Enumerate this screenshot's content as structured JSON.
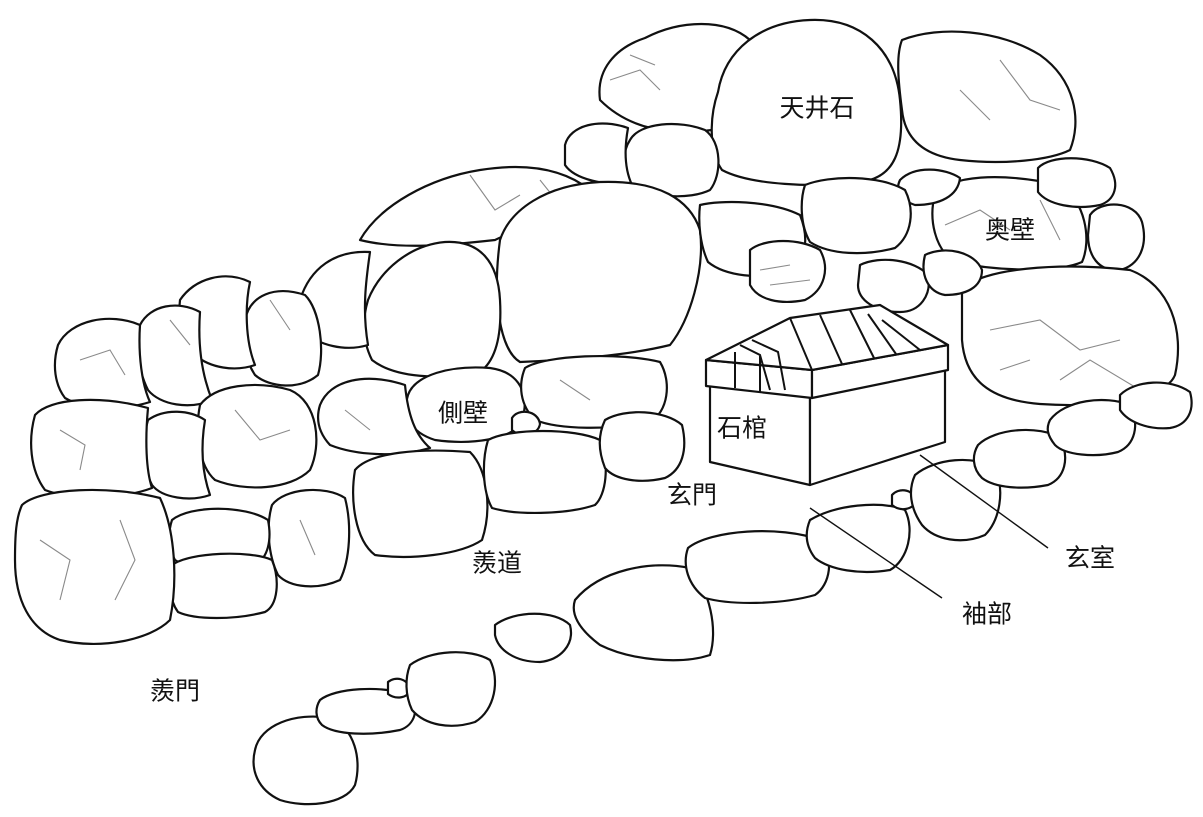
{
  "labels": {
    "ceiling_stone": "天井石",
    "back_wall": "奥壁",
    "side_wall": "側壁",
    "sarcophagus": "石棺",
    "inner_gate": "玄門",
    "passage": "羨道",
    "outer_gate": "羨門",
    "chamber": "玄室",
    "sleeve": "袖部"
  }
}
